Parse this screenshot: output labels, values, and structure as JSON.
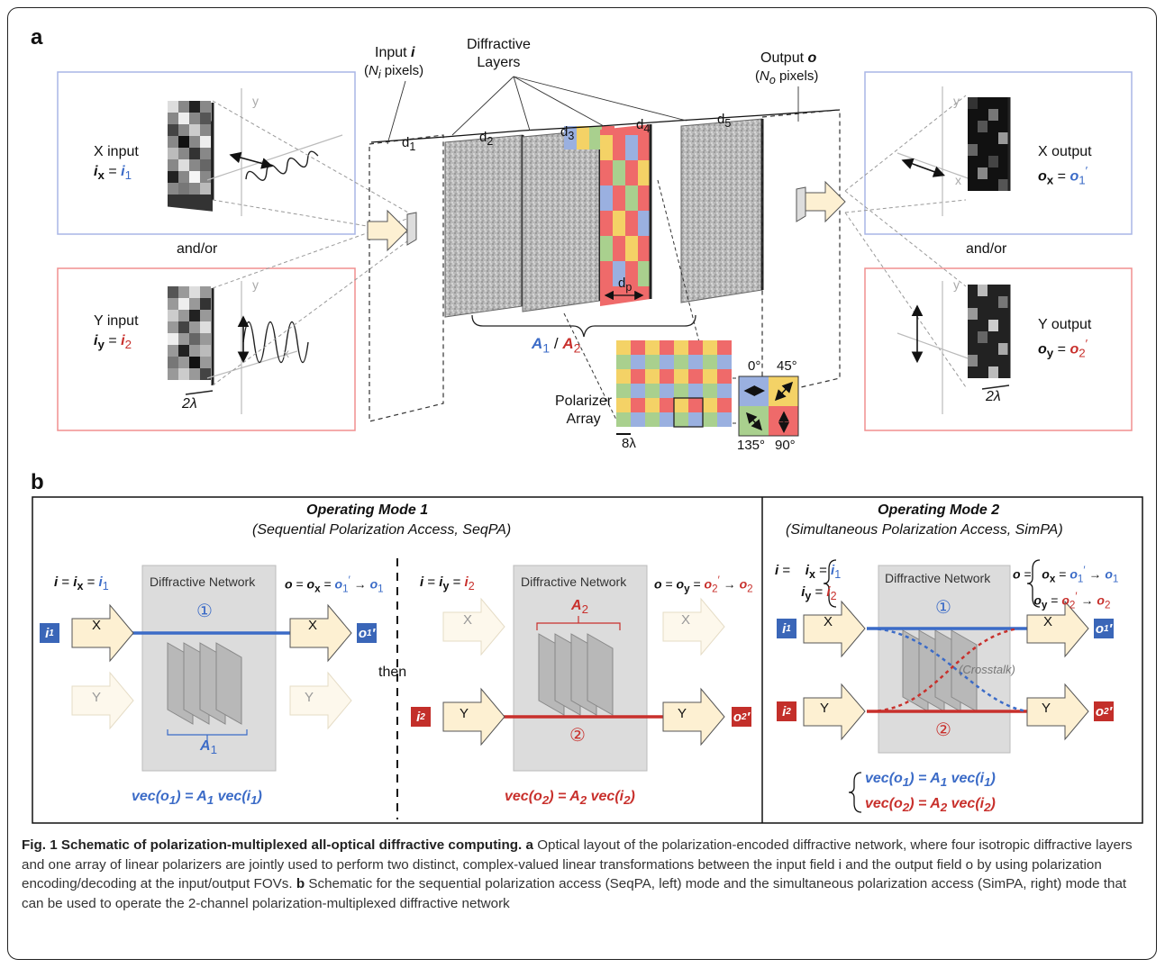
{
  "panel_a": {
    "label": "a",
    "diffractive_layers": "Diffractive\nLayers",
    "input_title": "Input i",
    "input_pixels": "(N_i pixels)",
    "output_title": "Output o",
    "output_pixels": "(N_o pixels)",
    "distances": [
      "d1",
      "d2",
      "d3",
      "d4",
      "d5"
    ],
    "dp": "dp",
    "x_input": "X input",
    "x_input_eq": "ix = i1",
    "y_input": "Y input",
    "y_input_eq": "iy = i2",
    "x_output": "X output",
    "x_output_eq": "ox = o1'",
    "y_output": "Y output",
    "y_output_eq": "oy = o2'",
    "and_or_left": "and/or",
    "and_or_right": "and/or",
    "two_lambda_left": "2λ",
    "two_lambda_right": "2λ",
    "a1a2": "A1 / A2",
    "polarizer_array": "Polarizer\nArray",
    "eight_lambda": "8λ",
    "angles": [
      "0°",
      "45°",
      "135°",
      "90°"
    ],
    "axis_x": "x",
    "axis_y": "y"
  },
  "panel_b": {
    "label": "b",
    "mode1_title": "Operating Mode 1",
    "mode1_subtitle": "(Sequential Polarization Access, SeqPA)",
    "mode2_title": "Operating Mode 2",
    "mode2_subtitle": "(Simultaneous Polarization Access, SimPA)",
    "network_label": "Diffractive Network",
    "then": "then",
    "crosstalk": "(Crosstalk)",
    "eq_m1_left": "i = ix = i1",
    "eq_m1_right": "o = ox = o1' → o1",
    "eq_m1b_left": "i = iy = i2",
    "eq_m1b_right": "o = oy = o2' → o2",
    "vec1": "vec(o1) = A1 vec(i1)",
    "vec2": "vec(o2) = A2 vec(i2)",
    "circle1": "①",
    "circle2": "②",
    "x_label": "X",
    "y_label": "Y",
    "a1": "A1",
    "a2": "A2"
  },
  "caption": {
    "title": "Fig. 1 Schematic of polarization-multiplexed all-optical diffractive computing.",
    "text_a_label": "a",
    "text_a": "Optical layout of the polarization-encoded diffractive network, where four isotropic diffractive layers and one array of linear polarizers are jointly used to perform two distinct, complex-valued linear transformations between the input field i and the output field o by using polarization encoding/decoding at the input/output FOVs.",
    "text_b_label": "b",
    "text_b": "Schematic for the sequential polarization access (SeqPA, left) mode and the simultaneous polarization access (SimPA, right) mode that can be used to operate the 2-channel polarization-multiplexed diffractive network"
  },
  "colors": {
    "blue": "#3b6bc7",
    "red": "#c8302c",
    "arrow_fill": "#fdf0d2",
    "box_blue": "#a9b6e6",
    "box_red": "#f08f8f"
  }
}
